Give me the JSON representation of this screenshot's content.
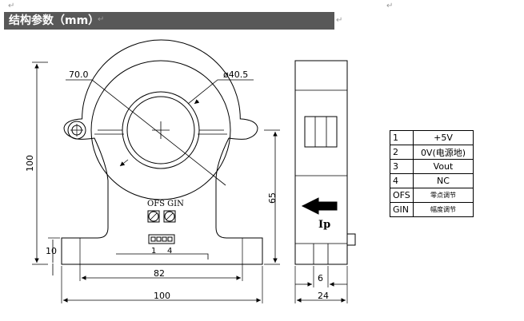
{
  "header": {
    "title": "结构参数（mm）"
  },
  "marks": {
    "paragraph": "↵"
  },
  "front_view": {
    "ring_diameter_label": "70.0",
    "hole_diameter_label": "ø40.5",
    "height_label": "100",
    "center_height_label": "65",
    "base_thickness_label": "10",
    "mount_span_label": "82",
    "width_label": "100",
    "pot_labels": "OFS GIN",
    "pin1_label": "1",
    "pin4_label": "4"
  },
  "side_view": {
    "current_label": "Ip",
    "pin_width_label": "6",
    "thickness_label": "24"
  },
  "pin_table": [
    {
      "pin": "1",
      "function": "+5V",
      "small": false
    },
    {
      "pin": "2",
      "function": "0V(电源地)",
      "small": false
    },
    {
      "pin": "3",
      "function": "Vout",
      "small": false
    },
    {
      "pin": "4",
      "function": "NC",
      "small": false
    },
    {
      "pin": "OFS",
      "function": "零点调节",
      "small": true
    },
    {
      "pin": "GIN",
      "function": "幅度调节",
      "small": true
    }
  ]
}
